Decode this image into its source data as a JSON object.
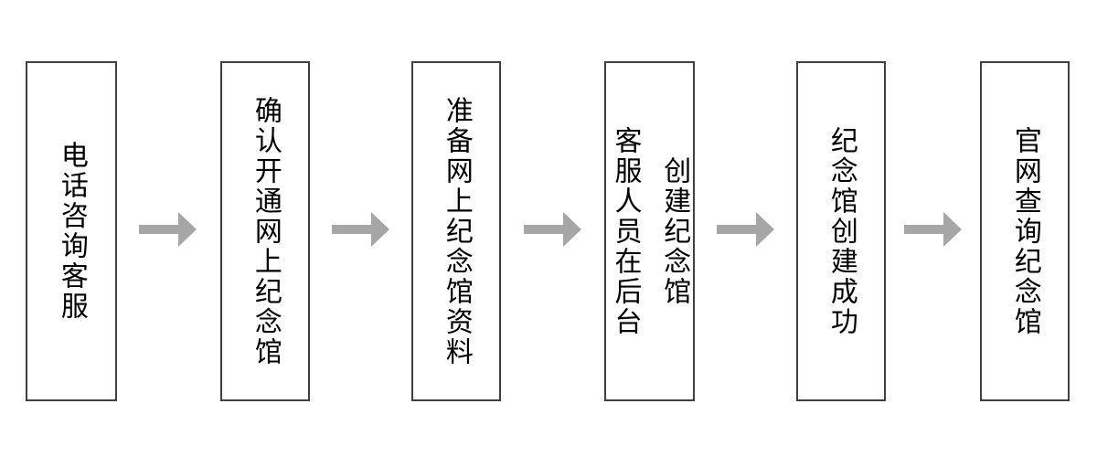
{
  "flow": {
    "title": "memorial-hall-creation-flowchart",
    "direction": "left-to-right",
    "steps": [
      {
        "label": "电话咨询客服",
        "lines": [
          "电话咨询客服"
        ]
      },
      {
        "label": "确认开通网上纪念馆",
        "lines": [
          "确认开通网上纪念馆"
        ]
      },
      {
        "label": "准备网上纪念馆资料",
        "lines": [
          "准备网上纪念馆资料"
        ]
      },
      {
        "label": "客服人员在后台创建纪念馆",
        "lines": [
          "客服人员在后台",
          "创建纪念馆"
        ]
      },
      {
        "label": "纪念馆创建成功",
        "lines": [
          "纪念馆创建成功"
        ]
      },
      {
        "label": "官网查询纪念馆",
        "lines": [
          "官网查询纪念馆"
        ]
      }
    ],
    "connector_count": 5
  },
  "colors": {
    "background": "#ffffff",
    "box_fill": "#ffffff",
    "box_border": "#404040",
    "arrow": "#a6a6a6",
    "text": "#000000"
  }
}
